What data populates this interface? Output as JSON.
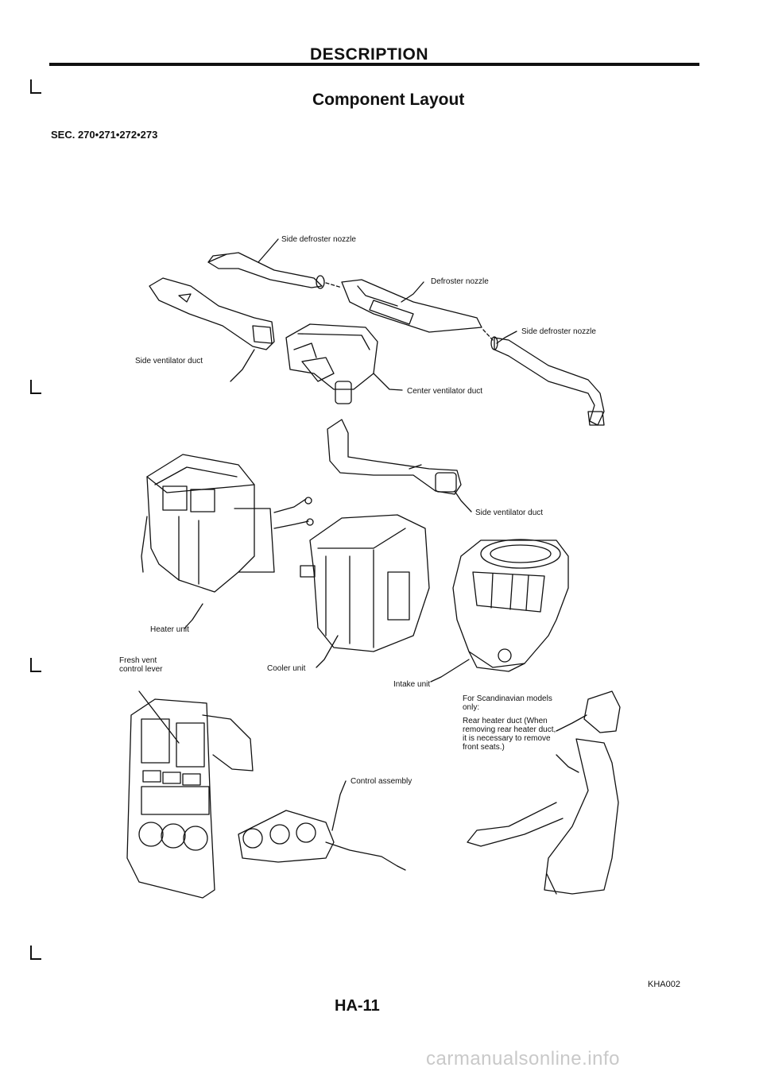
{
  "header": {
    "section_title": "DESCRIPTION",
    "page_title": "Component Layout",
    "section_ref": "SEC. 270•271•272•273"
  },
  "labels": {
    "side_defroster_nozzle_left": "Side defroster nozzle",
    "defroster_nozzle": "Defroster nozzle",
    "side_defroster_nozzle_right": "Side defroster nozzle",
    "side_ventilator_duct_left": "Side ventilator duct",
    "center_ventilator_duct": "Center ventilator duct",
    "side_ventilator_duct_right": "Side ventilator duct",
    "heater_unit": "Heater unit",
    "cooler_unit": "Cooler unit",
    "intake_unit": "Intake unit",
    "fresh_vent_control_lever_line1": "Fresh vent",
    "fresh_vent_control_lever_line2": "control lever",
    "control_assembly": "Control assembly",
    "scandinavian_note_1": "For Scandinavian models only:",
    "scandinavian_note_2": "Rear heater duct (When removing rear heater duct, it is necessary to remove front seats.)"
  },
  "footer": {
    "figure_code": "KHA002",
    "page_number": "HA-11",
    "watermark": "carmanualsonline.info"
  }
}
